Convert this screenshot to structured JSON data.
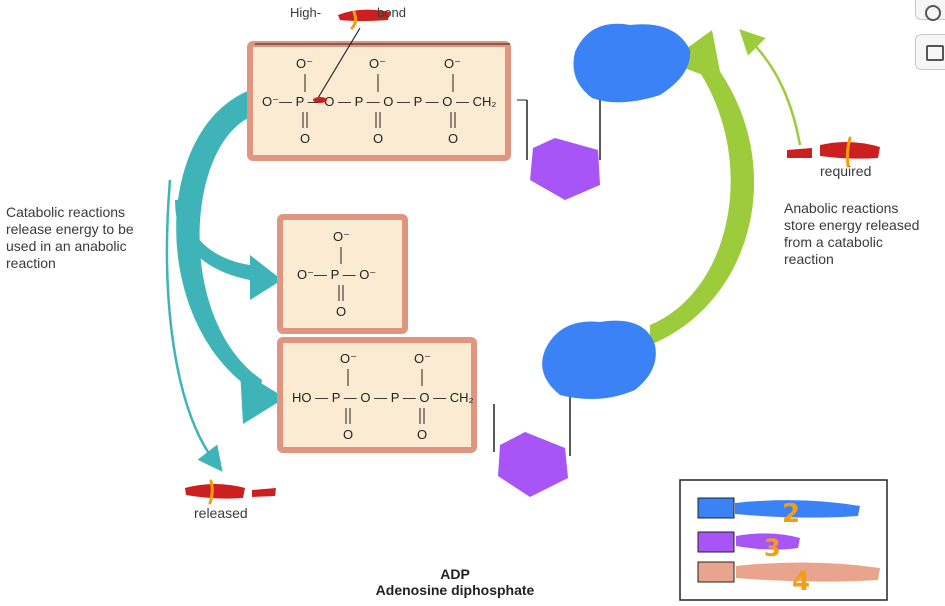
{
  "top_label": {
    "left": "High-",
    "right": "bond"
  },
  "catabolic": {
    "lines": [
      "Catabolic reactions",
      "release energy to be",
      "used in an anabolic",
      "reaction"
    ]
  },
  "anabolic": {
    "lines": [
      "Anabolic reactions",
      "store energy released",
      "from a catabolic",
      "reaction"
    ]
  },
  "released_label": "released",
  "required_label": "required",
  "adp_title": {
    "line1": "ADP",
    "line2": "Adenosine diphosphate"
  },
  "atp_formula": {
    "top": [
      "O⁻",
      "O⁻",
      "O⁻"
    ],
    "row": "O⁻— P — O — P — O — P — O — CH₂",
    "bottom": [
      "O",
      "O",
      "O"
    ]
  },
  "phosphate_formula": {
    "top": "O⁻",
    "row": "O⁻— P — O⁻",
    "bottom": "O"
  },
  "adp_formula": {
    "top": [
      "O⁻",
      "O⁻"
    ],
    "row": "HO — P — O — P — O — CH₂",
    "bottom": [
      "O",
      "O"
    ]
  },
  "legend": {
    "scribbles": [
      "2",
      "3",
      "4"
    ],
    "colors": [
      "#3b82f6",
      "#a855f7",
      "#e8a48c"
    ]
  },
  "colors": {
    "teal": "#3fb4b8",
    "green": "#9ccc3c",
    "blue": "#3b82f6",
    "purple": "#a855f7",
    "salmon": "#e09580",
    "box_fill": "#fbebd2",
    "red": "#cc1f1f",
    "orange": "#f59e0b"
  }
}
